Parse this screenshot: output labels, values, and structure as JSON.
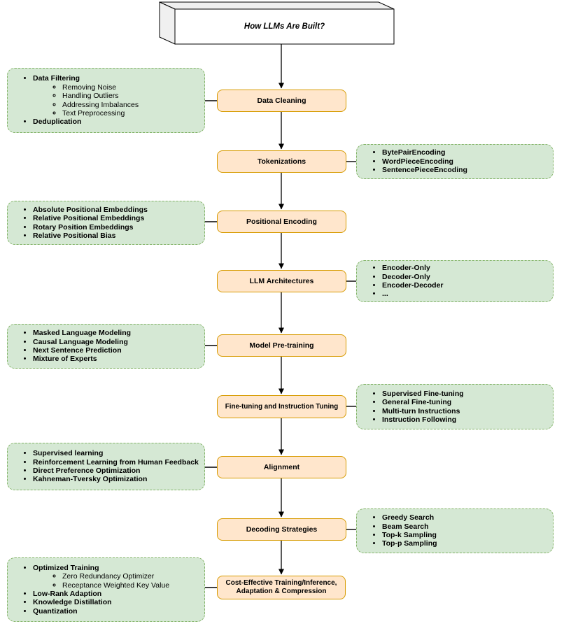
{
  "title": {
    "label": "How LLMs Are Built?"
  },
  "colors": {
    "stage_fill": "#ffe6cc",
    "stage_border": "#d79b00",
    "panel_fill": "#d5e8d4",
    "panel_border": "#82b366",
    "connector": "#000000"
  },
  "stages": [
    {
      "label": "Data Cleaning"
    },
    {
      "label": "Tokenizations"
    },
    {
      "label": "Positional Encoding"
    },
    {
      "label": "LLM Architectures"
    },
    {
      "label": "Model Pre-training"
    },
    {
      "label": "Fine-tuning and Instruction Tuning"
    },
    {
      "label": "Alignment"
    },
    {
      "label": "Decoding Strategies"
    },
    {
      "label": "Cost-Effective Training/Inference, Adaptation & Compression"
    }
  ],
  "panels": [
    {
      "side": "left",
      "attached_to": "Data Cleaning",
      "items": [
        {
          "label": "Data Filtering",
          "children": [
            "Removing Noise",
            "Handling Outliers",
            "Addressing Imbalances",
            "Text Preprocessing"
          ]
        },
        {
          "label": "Deduplication"
        }
      ]
    },
    {
      "side": "right",
      "attached_to": "Tokenizations",
      "items": [
        {
          "label": "BytePairEncoding"
        },
        {
          "label": "WordPieceEncoding"
        },
        {
          "label": "SentencePieceEncoding"
        }
      ]
    },
    {
      "side": "left",
      "attached_to": "Positional Encoding",
      "items": [
        {
          "label": "Absolute Positional Embeddings"
        },
        {
          "label": "Relative Positional Embeddings"
        },
        {
          "label": "Rotary Position Embeddings"
        },
        {
          "label": "Relative Positional Bias"
        }
      ]
    },
    {
      "side": "right",
      "attached_to": "LLM Architectures",
      "items": [
        {
          "label": "Encoder-Only"
        },
        {
          "label": "Decoder-Only"
        },
        {
          "label": "Encoder-Decoder"
        },
        {
          "label": "..."
        }
      ]
    },
    {
      "side": "left",
      "attached_to": "Model Pre-training",
      "items": [
        {
          "label": "Masked Language Modeling"
        },
        {
          "label": "Causal Language Modeling"
        },
        {
          "label": "Next Sentence Prediction"
        },
        {
          "label": "Mixture of Experts"
        }
      ]
    },
    {
      "side": "right",
      "attached_to": "Fine-tuning and Instruction Tuning",
      "items": [
        {
          "label": "Supervised Fine-tuning"
        },
        {
          "label": "General Fine-tuning"
        },
        {
          "label": "Multi-turn Instructions"
        },
        {
          "label": "Instruction Following"
        }
      ]
    },
    {
      "side": "left",
      "attached_to": "Alignment",
      "items": [
        {
          "label": "Supervised learning"
        },
        {
          "label": "Reinforcement Learning from Human Feedback"
        },
        {
          "label": "Direct Preference Optimization"
        },
        {
          "label": "Kahneman-Tversky Optimization"
        }
      ]
    },
    {
      "side": "right",
      "attached_to": "Decoding Strategies",
      "items": [
        {
          "label": "Greedy Search"
        },
        {
          "label": "Beam Search"
        },
        {
          "label": "Top-k Sampling"
        },
        {
          "label": "Top-p Sampling"
        }
      ]
    },
    {
      "side": "left",
      "attached_to": "Cost-Effective Training/Inference, Adaptation & Compression",
      "items": [
        {
          "label": "Optimized Training",
          "children": [
            "Zero Redundancy Optimizer",
            "Receptance Weighted Key Value"
          ]
        },
        {
          "label": "Low-Rank Adaption"
        },
        {
          "label": "Knowledge Distillation"
        },
        {
          "label": "Quantization"
        }
      ]
    }
  ]
}
